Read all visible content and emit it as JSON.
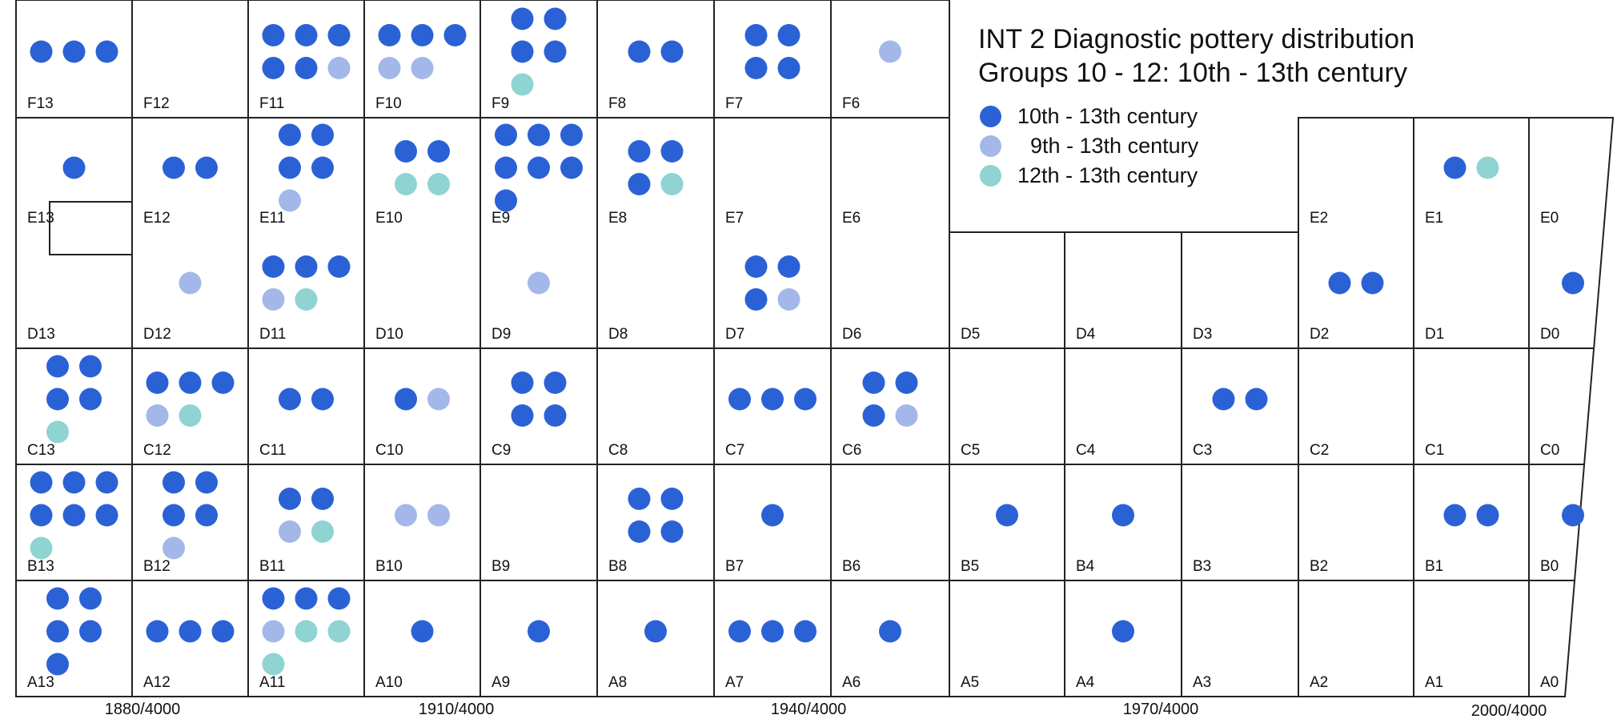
{
  "title_line1": "INT 2 Diagnostic pottery distribution",
  "title_line2": "Groups 10 - 12: 10th - 13th century",
  "legend": [
    {
      "key": "d",
      "label": "10th - 13th century",
      "color": "#2a62d6"
    },
    {
      "key": "l",
      "label": "9th - 13th century",
      "color": "#a3b8e8"
    },
    {
      "key": "t",
      "label": "12th - 13th century",
      "color": "#8fd3d3"
    }
  ],
  "axis_labels": [
    "1880/4000",
    "1910/4000",
    "1940/4000",
    "1970/4000",
    "2000/4000"
  ],
  "rows": [
    "F",
    "E",
    "D",
    "C",
    "B",
    "A"
  ],
  "columns": [
    "13",
    "12",
    "11",
    "10",
    "9",
    "8",
    "7",
    "6",
    "5",
    "4",
    "3",
    "2",
    "1",
    "0"
  ],
  "trenches": {
    "F13": "ddd",
    "F12": "",
    "F11": "dddddl",
    "F10": "dddll",
    "F9": "ddddt",
    "F8": "dd",
    "F7": "dddd",
    "F6": "l",
    "E13": "d",
    "E12": "dd",
    "E11": "ddddl",
    "E10": "ddtt",
    "E9": "ddddddd",
    "E8": "dddt",
    "E7": "",
    "E6": "",
    "E2": "",
    "E1": "dt",
    "E0": "",
    "D13": "",
    "D12": "l",
    "D11": "dddlt",
    "D10": "",
    "D9": "l",
    "D8": "",
    "D7": "dddl",
    "D6": "",
    "D5": "",
    "D4": "",
    "D3": "",
    "D2": "dd",
    "D1": "",
    "D0": "d",
    "C13": "ddddt",
    "C12": "dddlt",
    "C11": "dd",
    "C10": "dl",
    "C9": "dddd",
    "C8": "",
    "C7": "ddd",
    "C6": "dddl",
    "C5": "",
    "C4": "",
    "C3": "dd",
    "C2": "",
    "C1": "",
    "C0": "",
    "B13": "ddddddt",
    "B12": "ddddl",
    "B11": "ddlt",
    "B10": "ll",
    "B9": "",
    "B8": "dddd",
    "B7": "d",
    "B6": "",
    "B5": "d",
    "B4": "d",
    "B3": "",
    "B2": "",
    "B1": "dd",
    "B0": "d",
    "A13": "ddddd",
    "A12": "ddd",
    "A11": "dddlttt",
    "A10": "d",
    "A9": "d",
    "A8": "d",
    "A7": "ddd",
    "A6": "d",
    "A5": "",
    "A4": "d",
    "A3": "",
    "A2": "",
    "A1": "",
    "A0": ""
  }
}
